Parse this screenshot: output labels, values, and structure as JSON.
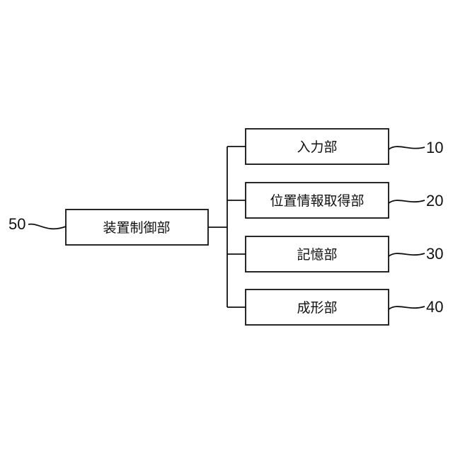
{
  "controller": {
    "label": "装置制御部",
    "ref": "50"
  },
  "units": [
    {
      "label": "入力部",
      "ref": "10"
    },
    {
      "label": "位置情報取得部",
      "ref": "20"
    },
    {
      "label": "記憶部",
      "ref": "30"
    },
    {
      "label": "成形部",
      "ref": "40"
    }
  ]
}
